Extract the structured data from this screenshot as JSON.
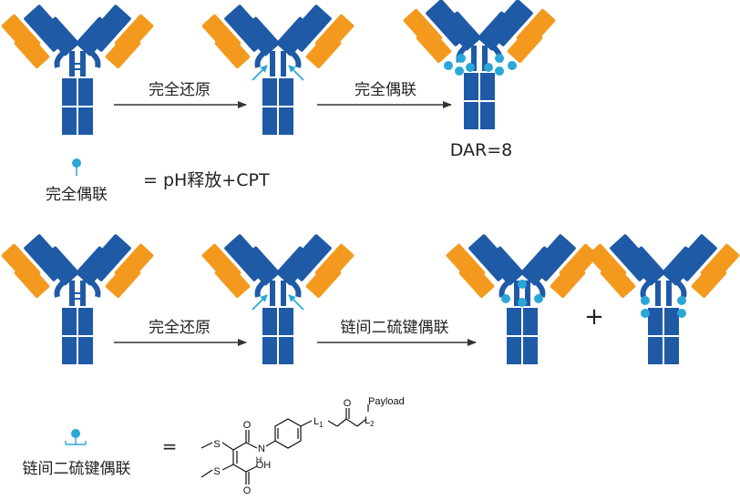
{
  "colors": {
    "heavy_chain": "#1f5aa6",
    "light_chain": "#f39a1e",
    "payload_dot": "#2aa7d8",
    "arrow": "#333333",
    "text": "#222222"
  },
  "row1": {
    "step1_label": "完全还原",
    "step2_label": "完全偶联",
    "dar_label": "DAR=8"
  },
  "legend1": {
    "label": "完全偶联",
    "equation": "= pH释放+CPT"
  },
  "row2": {
    "step1_label": "完全还原",
    "step2_label": "链间二硫键偶联",
    "plus": "+"
  },
  "legend2": {
    "label": "链间二硫键偶联",
    "equals": "="
  },
  "structure": {
    "payload": "Payload",
    "l1": "L",
    "l1_sub": "1",
    "l2": "L",
    "l2_sub": "2",
    "o_ketone": "O",
    "o_amide": "O",
    "o_acid": "O",
    "nh": "H",
    "n": "N",
    "oh": "OH",
    "s_top": "S",
    "s_bottom": "S"
  }
}
